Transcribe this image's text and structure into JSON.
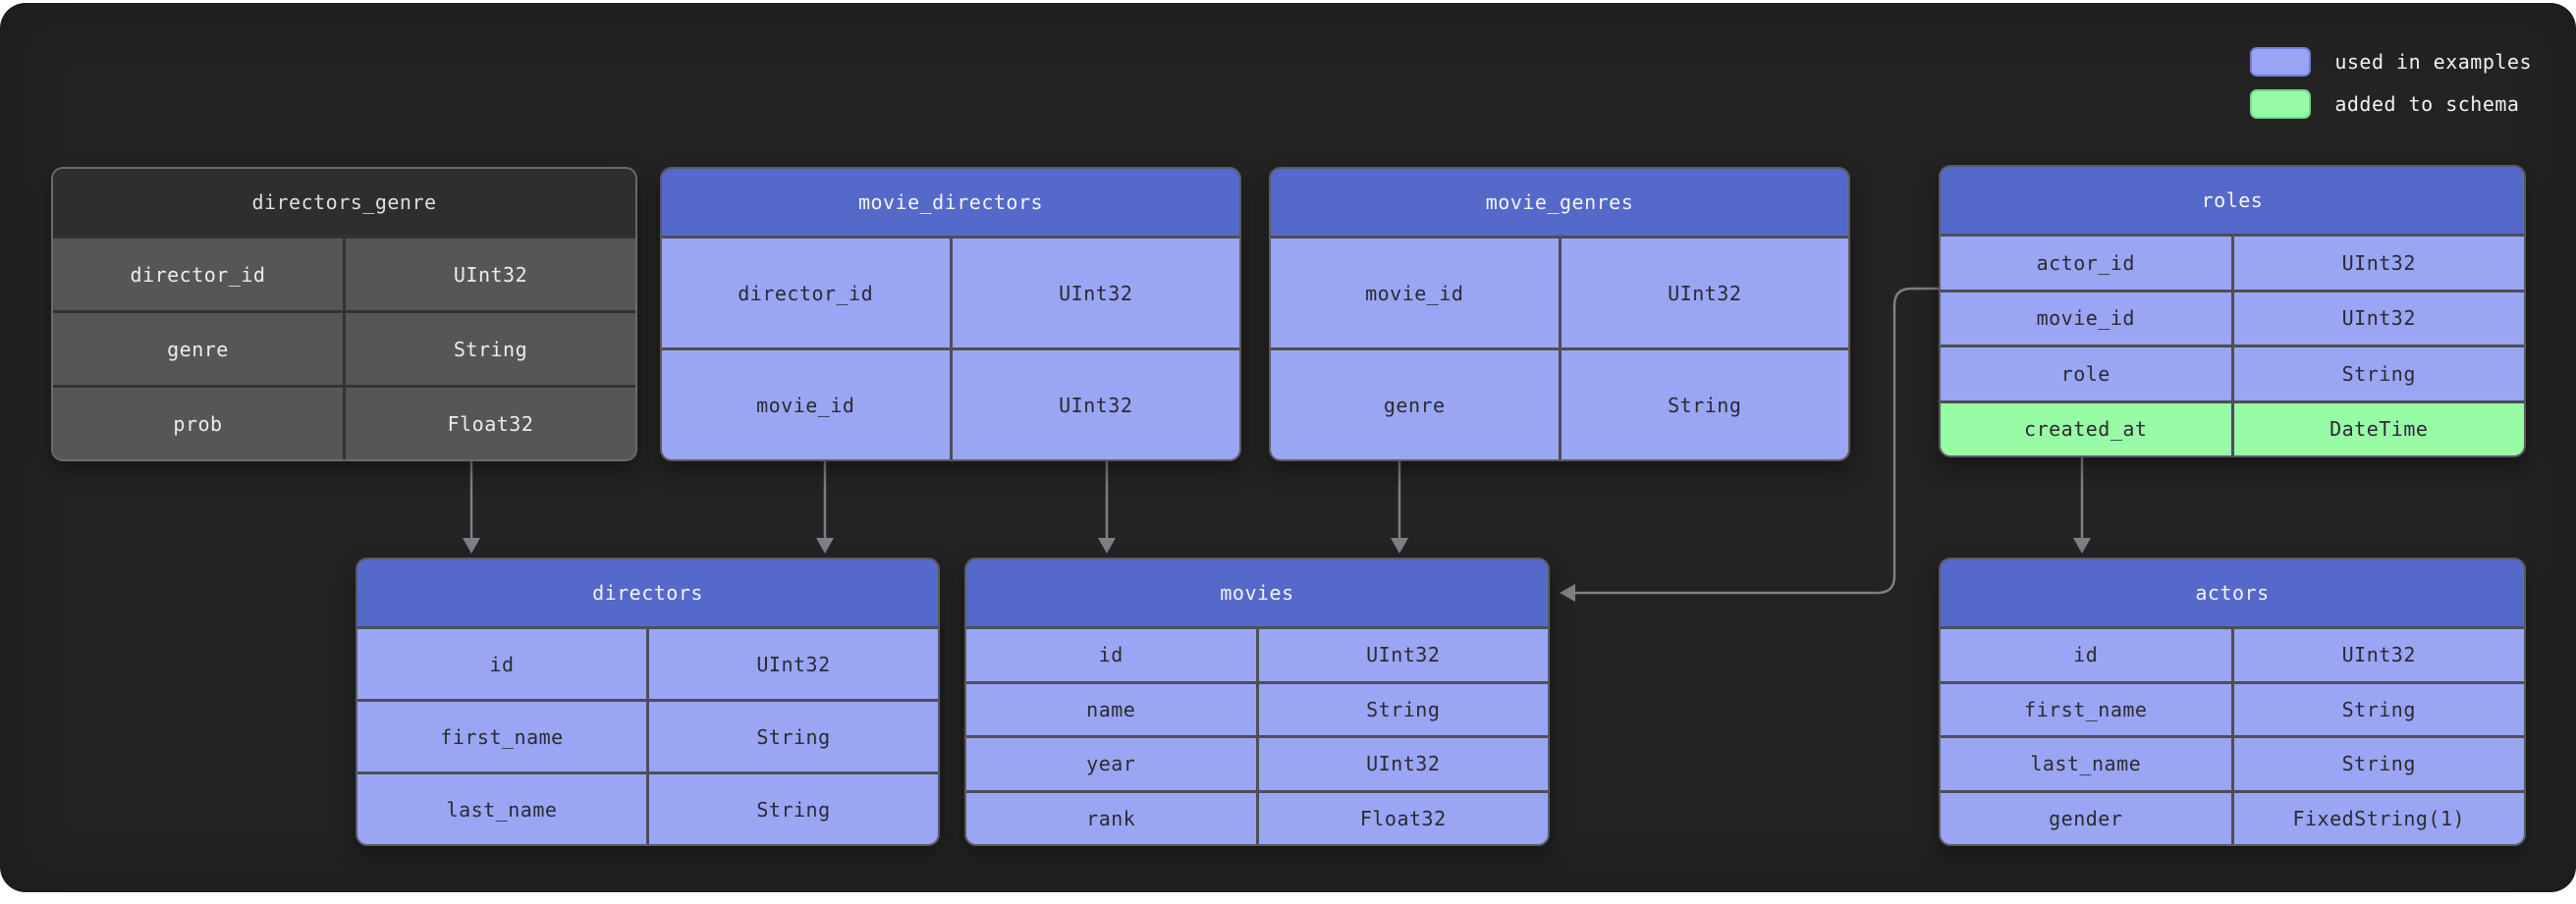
{
  "legend": {
    "items": [
      {
        "label": "used in examples",
        "swatch_color": "#9aa5f4"
      },
      {
        "label": "added to schema",
        "swatch_color": "#98fba5"
      }
    ]
  },
  "colors": {
    "used_in_examples_blue": "#9aa5f4",
    "added_to_schema_green": "#98fba5",
    "table_header_blue": "#5569cb",
    "muted_table_gray": "#565656",
    "background": "#232323"
  },
  "tables": {
    "directors_genre": {
      "title": "directors_genre",
      "rows": [
        {
          "name": "director_id",
          "type": "UInt32"
        },
        {
          "name": "genre",
          "type": "String"
        },
        {
          "name": "prob",
          "type": "Float32"
        }
      ]
    },
    "movie_directors": {
      "title": "movie_directors",
      "rows": [
        {
          "name": "director_id",
          "type": "UInt32"
        },
        {
          "name": "movie_id",
          "type": "UInt32"
        }
      ]
    },
    "movie_genres": {
      "title": "movie_genres",
      "rows": [
        {
          "name": "movie_id",
          "type": "UInt32"
        },
        {
          "name": "genre",
          "type": "String"
        }
      ]
    },
    "roles": {
      "title": "roles",
      "rows": [
        {
          "name": "actor_id",
          "type": "UInt32"
        },
        {
          "name": "movie_id",
          "type": "UInt32"
        },
        {
          "name": "role",
          "type": "String"
        },
        {
          "name": "created_at",
          "type": "DateTime",
          "status": "added_to_schema"
        }
      ]
    },
    "directors": {
      "title": "directors",
      "rows": [
        {
          "name": "id",
          "type": "UInt32"
        },
        {
          "name": "first_name",
          "type": "String"
        },
        {
          "name": "last_name",
          "type": "String"
        }
      ]
    },
    "movies": {
      "title": "movies",
      "rows": [
        {
          "name": "id",
          "type": "UInt32"
        },
        {
          "name": "name",
          "type": "String"
        },
        {
          "name": "year",
          "type": "UInt32"
        },
        {
          "name": "rank",
          "type": "Float32"
        }
      ]
    },
    "actors": {
      "title": "actors",
      "rows": [
        {
          "name": "id",
          "type": "UInt32"
        },
        {
          "name": "first_name",
          "type": "String"
        },
        {
          "name": "last_name",
          "type": "String"
        },
        {
          "name": "gender",
          "type": "FixedString(1)"
        }
      ]
    }
  },
  "relations": [
    {
      "from": "directors_genre",
      "to": "directors"
    },
    {
      "from": "movie_directors",
      "to": "directors"
    },
    {
      "from": "movie_directors",
      "to": "movies"
    },
    {
      "from": "movie_genres",
      "to": "movies"
    },
    {
      "from": "roles",
      "to": "movies"
    },
    {
      "from": "roles",
      "to": "actors"
    }
  ]
}
